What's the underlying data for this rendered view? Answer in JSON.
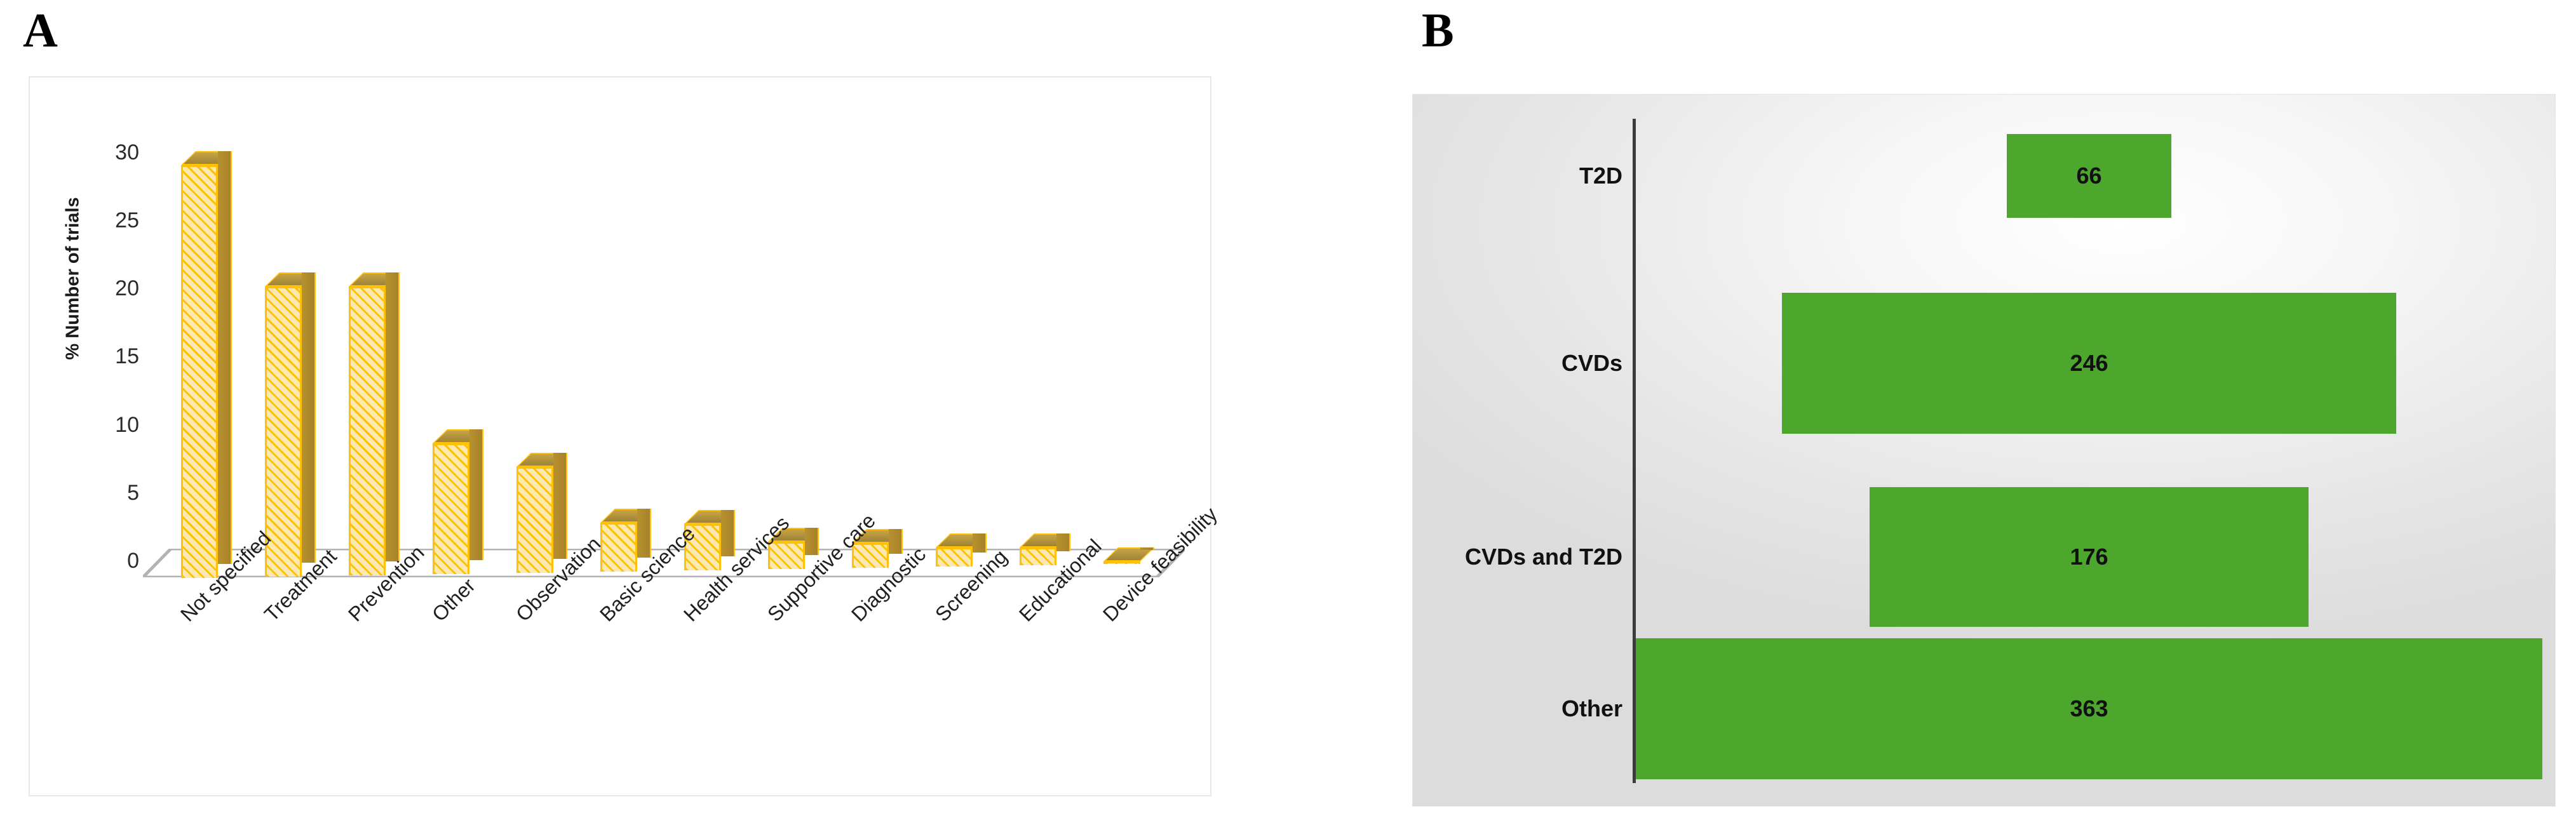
{
  "panels": {
    "a_letter": "A",
    "b_letter": "B"
  },
  "colors": {
    "bar_fill_a": "#ffc000",
    "bar_fill_a_light": "#fde9b0",
    "bar_side_a": "#b8912f",
    "bar_b": "#4ca72c",
    "panel_a_border": "#e8e8e8",
    "axis_b": "#3b3b3b",
    "text": "#111111"
  },
  "chart_data": [
    {
      "id": "panel-a",
      "type": "bar",
      "title": "",
      "xlabel": "",
      "ylabel": "% Number of trials",
      "ylim": [
        0,
        32
      ],
      "yticks": [
        "0",
        "5",
        "10",
        "15",
        "20",
        "25",
        "30"
      ],
      "ytick_values": [
        0,
        5,
        10,
        15,
        20,
        25,
        30
      ],
      "grid": false,
      "legend": "none",
      "style": "3d-clustered-column-hatched",
      "categories": [
        "Not specified",
        "Treatment",
        "Prevention",
        "Other",
        "Observation",
        "Basic science",
        "Health services",
        "Supportive care",
        "Diagnostic",
        "Screening",
        "Educational",
        "Device feasibility"
      ],
      "values": [
        30.3,
        21.3,
        21.2,
        9.6,
        7.8,
        3.6,
        3.4,
        2.0,
        1.8,
        1.4,
        1.3,
        0.2
      ]
    },
    {
      "id": "panel-b",
      "type": "bar",
      "orientation": "horizontal-funnel",
      "title": "",
      "xlabel": "",
      "ylabel": "",
      "grid": false,
      "legend": "none",
      "categories": [
        "T2D",
        "CVDs",
        "CVDs and T2D",
        "Other"
      ],
      "values": [
        66,
        246,
        176,
        363
      ],
      "value_labels": [
        "66",
        "246",
        "176",
        "363"
      ]
    }
  ],
  "panel_a": {
    "y_axis_title": "% Number of trials",
    "y_ticks": [
      {
        "label": "30",
        "value": 30
      },
      {
        "label": "25",
        "value": 25
      },
      {
        "label": "20",
        "value": 20
      },
      {
        "label": "15",
        "value": 15
      },
      {
        "label": "10",
        "value": 10
      },
      {
        "label": "5",
        "value": 5
      },
      {
        "label": "0",
        "value": 0
      }
    ],
    "bars": [
      {
        "label": "Not specified",
        "value": 30.3
      },
      {
        "label": "Treatment",
        "value": 21.3
      },
      {
        "label": "Prevention",
        "value": 21.2
      },
      {
        "label": "Other",
        "value": 9.6
      },
      {
        "label": "Observation",
        "value": 7.8
      },
      {
        "label": "Basic science",
        "value": 3.6
      },
      {
        "label": "Health services",
        "value": 3.4
      },
      {
        "label": "Supportive care",
        "value": 2.0
      },
      {
        "label": "Diagnostic",
        "value": 1.8
      },
      {
        "label": "Screening",
        "value": 1.4
      },
      {
        "label": "Educational",
        "value": 1.3
      },
      {
        "label": "Device feasibility",
        "value": 0.2
      }
    ]
  },
  "panel_b": {
    "rows": [
      {
        "label": "T2D",
        "value": 66,
        "value_label": "66"
      },
      {
        "label": "CVDs",
        "value": 246,
        "value_label": "246"
      },
      {
        "label": "CVDs and T2D",
        "value": 176,
        "value_label": "176"
      },
      {
        "label": "Other",
        "value": 363,
        "value_label": "363"
      }
    ]
  }
}
